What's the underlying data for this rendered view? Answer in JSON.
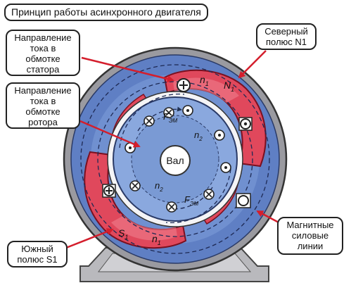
{
  "title": "Принцип работы асинхронного двигателя",
  "callouts": {
    "stator_current": [
      "Направление",
      "тока в",
      "обмотке",
      "статора"
    ],
    "rotor_current": [
      "Направление",
      "тока в",
      "обмотке",
      "ротора"
    ],
    "north_pole": [
      "Северный",
      "полюс N1"
    ],
    "south_pole": [
      "Южный",
      "полюс S1"
    ],
    "magnetic_lines": [
      "Магнитные",
      "силовые",
      "линии"
    ]
  },
  "labels": {
    "shaft": "Вал",
    "n1_top": "n",
    "n1_top_sub": "1",
    "n1_bottom": "n",
    "n1_bottom_sub": "1",
    "n2_top": "n",
    "n2_top_sub": "2",
    "n2_bottom": "n",
    "n2_bottom_sub": "2",
    "N1": "N",
    "N1_sub": "1",
    "S1": "S",
    "S1_sub": "1",
    "f_em_top": "F",
    "f_em_top_sub": "ЭМ",
    "f_em_bottom": "F",
    "f_em_bottom_sub": "ЭМ"
  },
  "colors": {
    "stator_blue": "#5f7fc4",
    "rotor_blue": "#8aa8de",
    "pole_red": "#e0485c",
    "pole_pink": "#ee7f8c",
    "frame_gray": "#9a9aa0",
    "arrow_red": "#d41e2c"
  }
}
